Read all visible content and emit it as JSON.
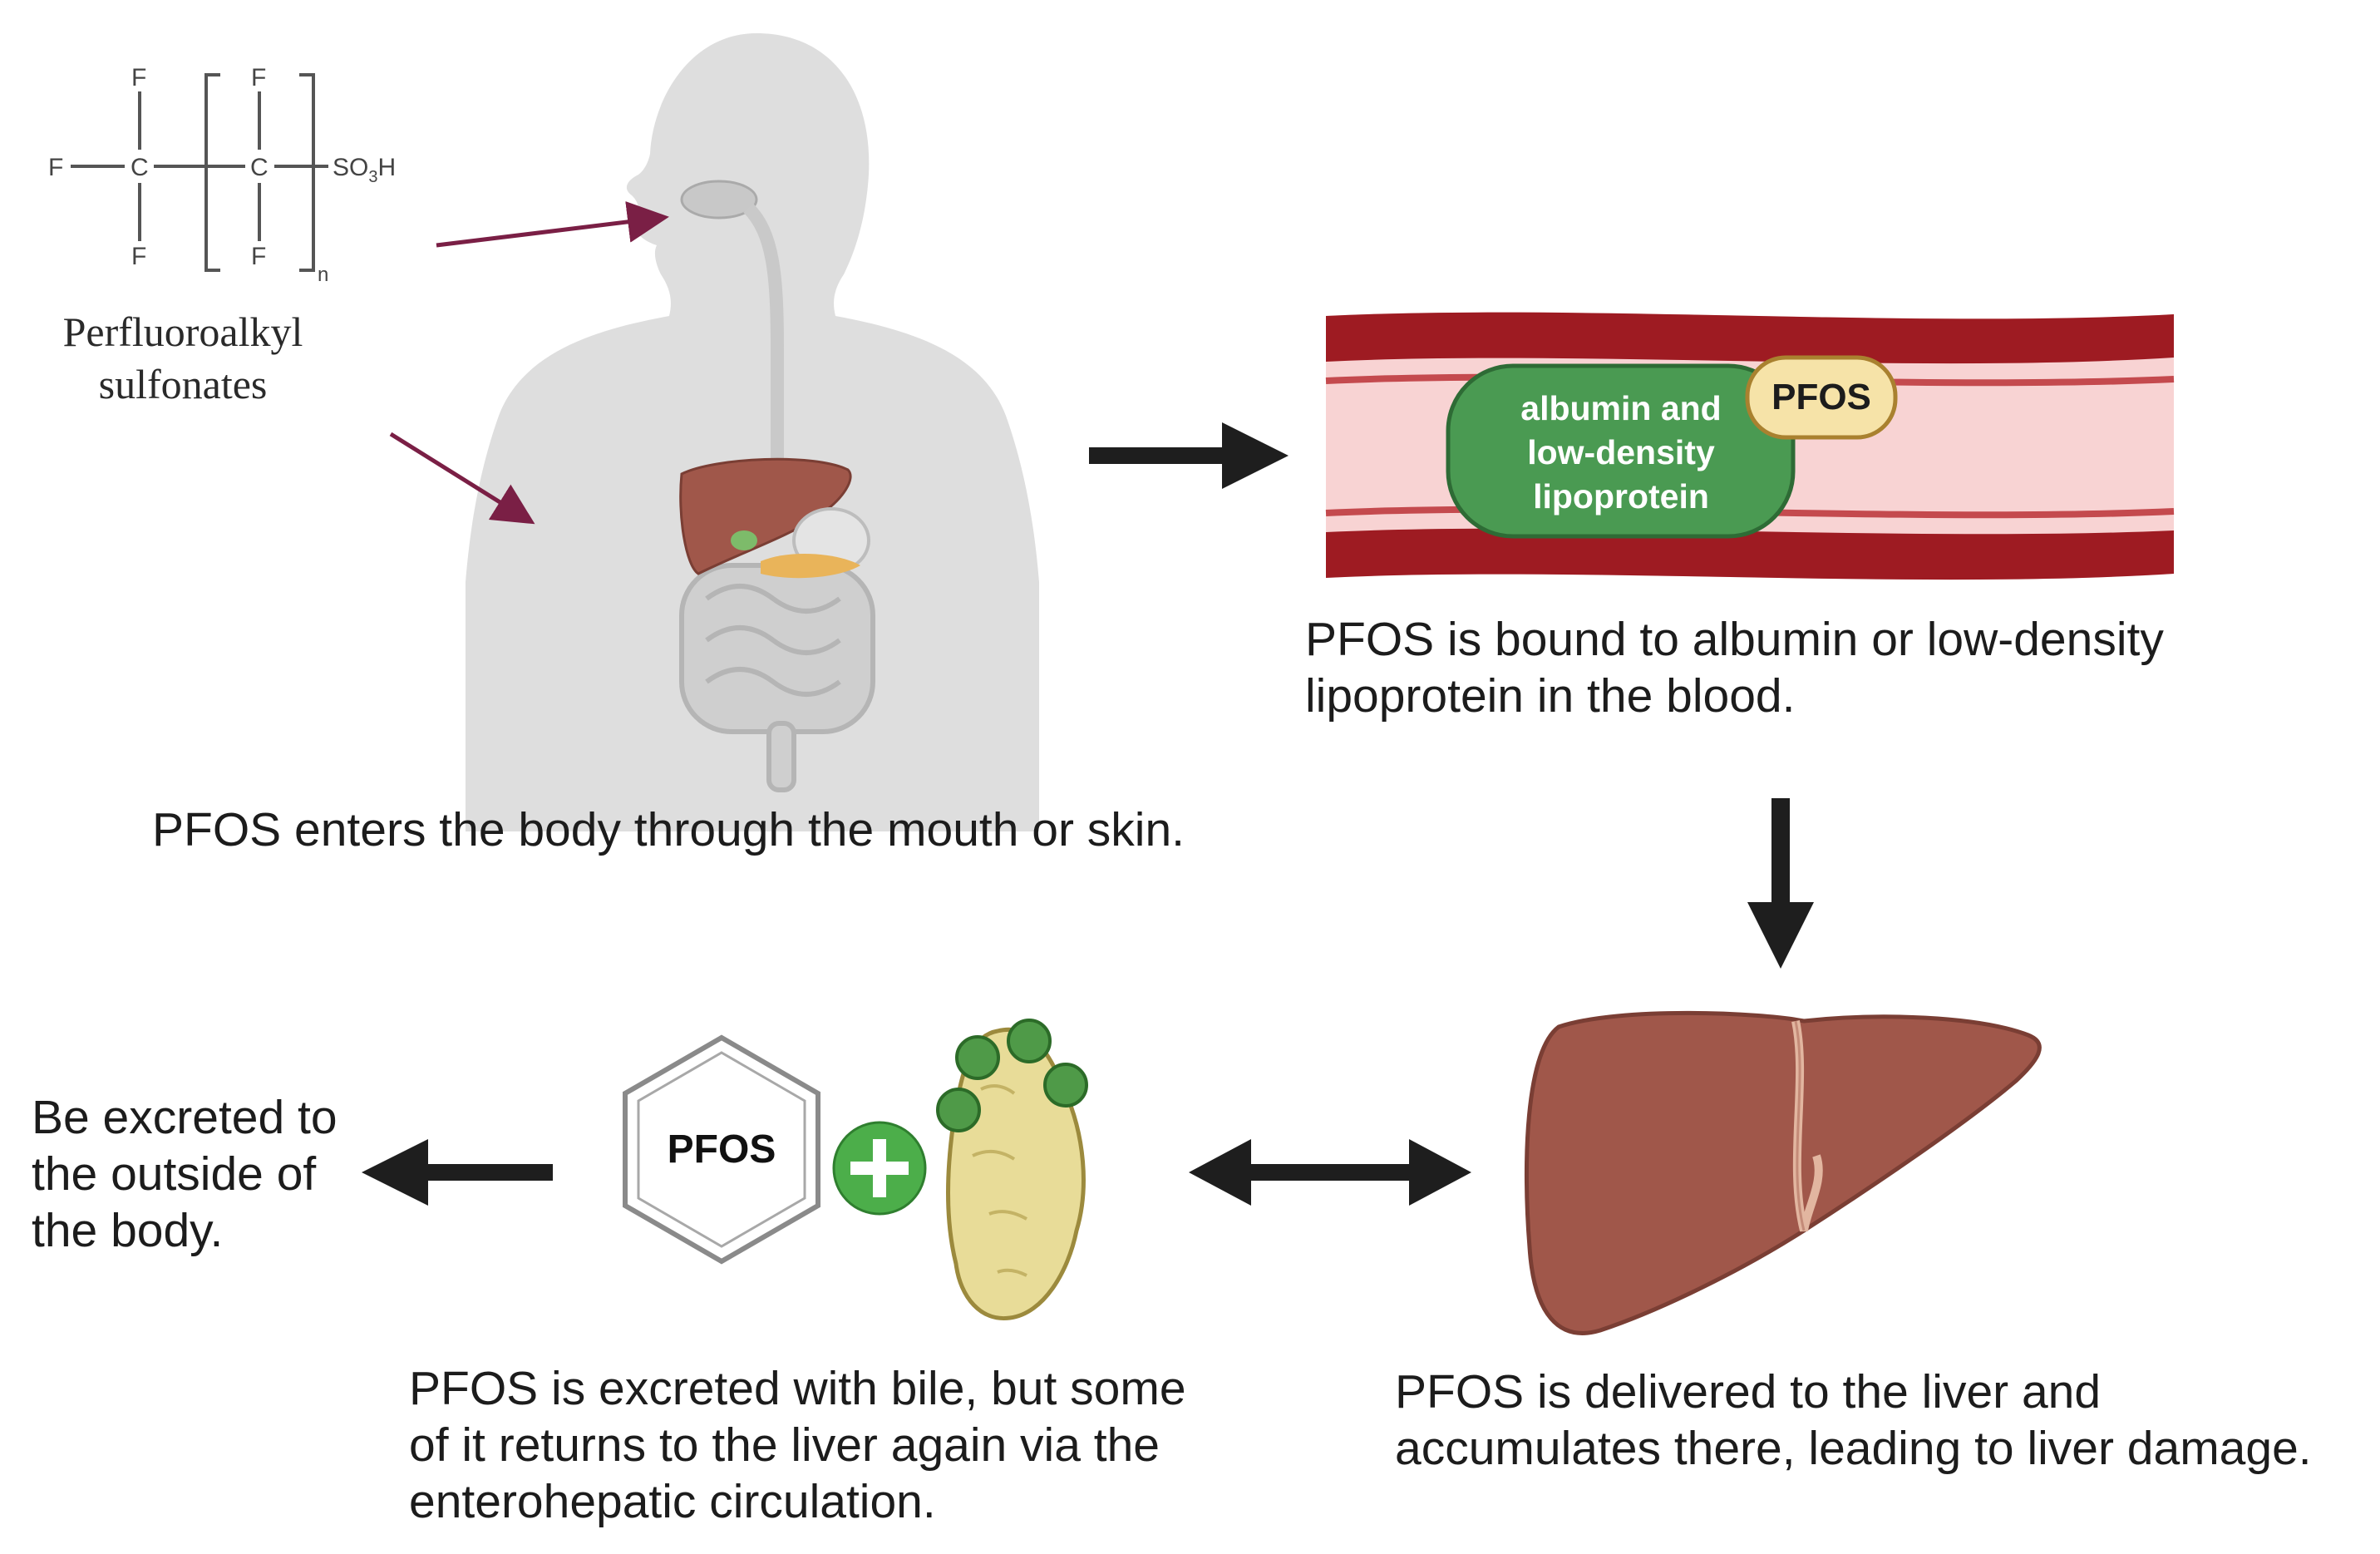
{
  "chemical": {
    "atoms": {
      "fluorine": "F",
      "carbon": "C",
      "sulfonic_group": "SO",
      "sulfonic_sub": "3",
      "sulfonic_h": "H",
      "repeat_n": "n"
    },
    "name_line1": "Perfluoroalkyl",
    "name_line2": "sulfonates"
  },
  "steps": {
    "entry": {
      "caption": "PFOS enters the body through the mouth or skin."
    },
    "blood": {
      "carrier_line1": "albumin and",
      "carrier_line2": "low-density",
      "carrier_line3": "lipoprotein",
      "tag": "PFOS",
      "caption_line1": "PFOS is bound to albumin or low-density",
      "caption_line2": "lipoprotein in the blood."
    },
    "liver": {
      "caption_line1": "PFOS is delivered to the liver and",
      "caption_line2": "accumulates there, leading to liver damage."
    },
    "bile": {
      "hexagon_label": "PFOS",
      "caption_line1": "PFOS is excreted with bile, but some",
      "caption_line2": "of it returns to the liver again via the",
      "caption_line3": "enterohepatic circulation."
    },
    "excretion": {
      "caption_line1": "Be excreted to",
      "caption_line2": "the outside of",
      "caption_line3": "the body."
    }
  },
  "colors": {
    "body_silhouette": "#dedede",
    "entry_arrow": "#7a1f45",
    "vessel_wall": "#9e1b22",
    "vessel_lumen": "#f8d3d3",
    "carrier": "#4a9a52",
    "pfos_tag": "#f6e3a8",
    "liver": "#a0574a",
    "bile": "#e8dc98",
    "bile_beads": "#4f9a48",
    "plus": "#4cae4a",
    "flow_arrow": "#1e1e1e"
  }
}
